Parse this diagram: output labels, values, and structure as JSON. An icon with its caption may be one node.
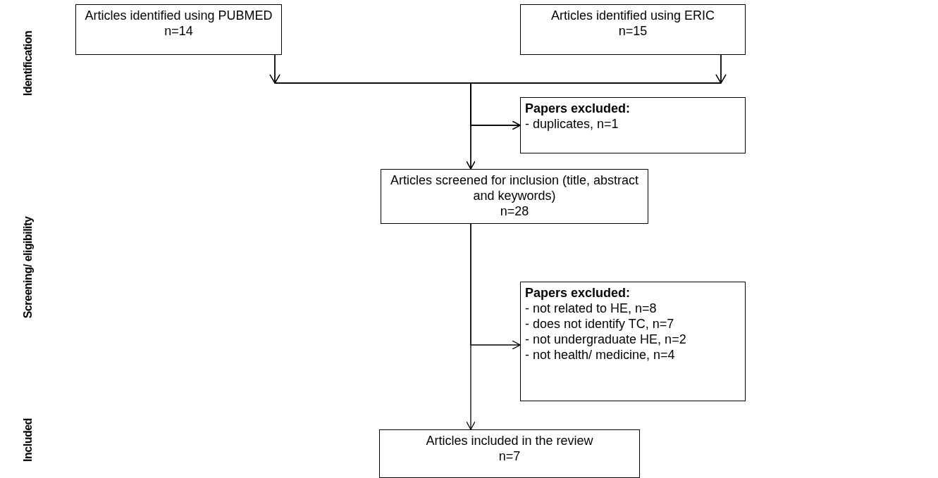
{
  "diagram": {
    "nodes": [
      {
        "text": [
          "Articles identified using PUBMED",
          "n=14"
        ]
      },
      {
        "text": [
          "Articles identified using ERIC",
          "n=15"
        ]
      },
      {
        "text": [
          "Papers excluded:",
          "- duplicates, n=1"
        ]
      },
      {
        "text": [
          "Articles screened for inclusion (title, abstract and keywords)",
          "n=28"
        ]
      },
      {
        "text": [
          "Papers excluded:",
          "- not related to HE, n=8",
          "- does not identify TC, n=7",
          "- not undergraduate HE, n=2",
          "- not health/ medicine, n=4"
        ]
      },
      {
        "text": [
          "Articles included in the review",
          "n=7"
        ]
      }
    ],
    "edges": [
      {
        "from": 0,
        "to": 3,
        "arrow": "to"
      },
      {
        "from": 1,
        "to": 3,
        "arrow": "to"
      },
      {
        "from": 0,
        "to": 2,
        "arrow": "to"
      },
      {
        "from": 1,
        "to": 2,
        "arrow": "to"
      },
      {
        "from": 3,
        "to": 5,
        "arrow": "to"
      },
      {
        "from": 3,
        "to": 4,
        "arrow": "to"
      }
    ],
    "labels": [
      "Identification",
      "Screening/ eligibility",
      "Included"
    ]
  }
}
